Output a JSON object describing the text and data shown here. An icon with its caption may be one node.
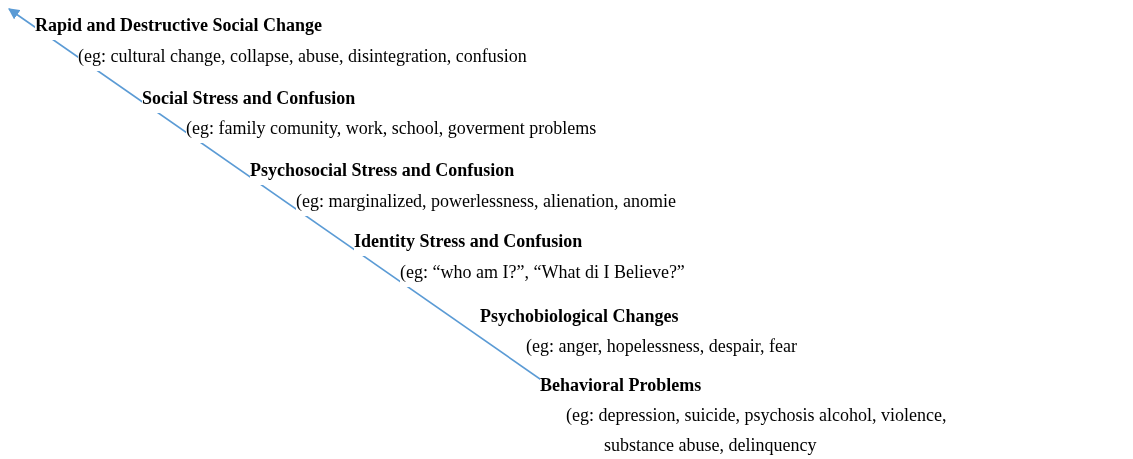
{
  "diagram": {
    "labels": [
      "Rapid and Destructive Social Change",
      "(eg: cultural change, collapse, abuse, disintegration, confusion",
      "Social Stress and Confusion",
      "(eg: family comunity, work, school, goverment problems",
      "Psychosocial Stress and Confusion",
      "(eg: marginalized, powerlessness, alienation, anomie",
      "Identity Stress and Confusion",
      "(eg: “who am I?”, “What di I Believe?”",
      "Psychobiological Changes",
      "(eg: anger, hopelessness, despair, fear",
      "Behavioral Problems",
      "(eg: depression, suicide, psychosis alcohol, violence, substance abuse, delinquency"
    ]
  }
}
